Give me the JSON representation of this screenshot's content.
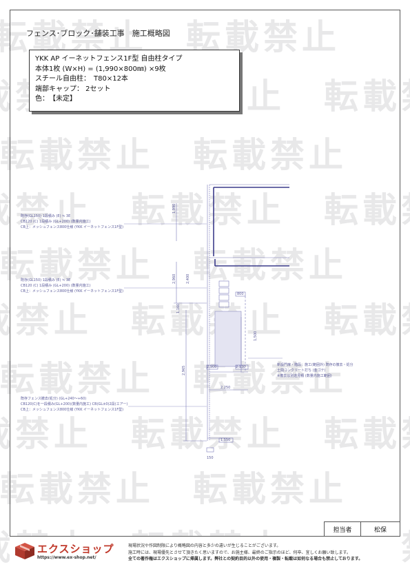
{
  "header": {
    "title": "フェンス･ブロック･舗装工事　施工概略図"
  },
  "spec": {
    "line1": "YKK AP イーネットフェンス1F型 自由柱タイプ",
    "line2": "本体1枚 (W×H) =  (1,990×800㎜) ×9枚",
    "line3": "スチール自由柱：　T80×12本",
    "line4": "端部キャップ： 2セット",
    "line5": "色：　【未定】"
  },
  "watermark": {
    "text": "転載禁止"
  },
  "drawing_annotations": {
    "upper_note_1": "既存(GL150) 1段積み (E) ≒ 3E",
    "upper_note_2": "CB120 (C) 1段積み (GL+200) (数量内施工)",
    "upper_note_3": "CB上：メッシュフェンス800仕様 (YKK イーネットフェンス1F型)",
    "mid_note_1": "既存(GL150) 1段積み (E) ≒ 3E",
    "mid_note_2": "CB120 (C) 1段積み (GL+200) (数量内施工)",
    "mid_note_3": "CB上：メッシュフェンス800仕様 (YKK イーネットフェンス1F型)",
    "right_note_1": "新設門扉・階段：施工(範囲外) 既存の撤去・処分",
    "right_note_2": "土間コンクリート打ち (金ゴテ)",
    "right_note_3": "※撤去は別途見積 (数量内施工範囲)",
    "lower_note_1": "既存フェンス撤去(処分) (GL+240〜+60)",
    "lower_note_2": "CB120(C)を一段積み(GL+200)(数量内施工) CB(GL±0)2段(エアー)",
    "lower_note_3": "CB上：メッシュフェンス800仕様 (YKK イーネットフェンス1F型)",
    "dim_1": "1,990",
    "dim_2": "2,960",
    "dim_3": "2,965",
    "dim_4": "1,500",
    "dim_5": "2,900",
    "dim_6": "2,130",
    "dim_7": "2,250",
    "dim_8": "1,550",
    "dim_9": "800",
    "dim_10": "1,160",
    "dim_11": "2,400",
    "dim_12": "150"
  },
  "staff": {
    "label": "担当者",
    "name": "松保"
  },
  "footer": {
    "logo_text": "エクスショップ",
    "logo_url": "https://www.ex-shop.net/",
    "disclaimer_1": "現場状況や作図制限により概略図の内容と多少の違いが生じることがございます。",
    "disclaimer_2": "施工時には、現場優先とさせて頂きたく思いますので、お施主様、最終のご指示のほど、何卒、宜しくお願い致します。",
    "disclaimer_3": "全ての著作権はエクスショップに帰属します。弊社との契約目的以外の使用・複製・転載は如何なる場合も禁止しております。"
  },
  "colors": {
    "line": "#6a6ab0",
    "accent": "#c0392b"
  }
}
